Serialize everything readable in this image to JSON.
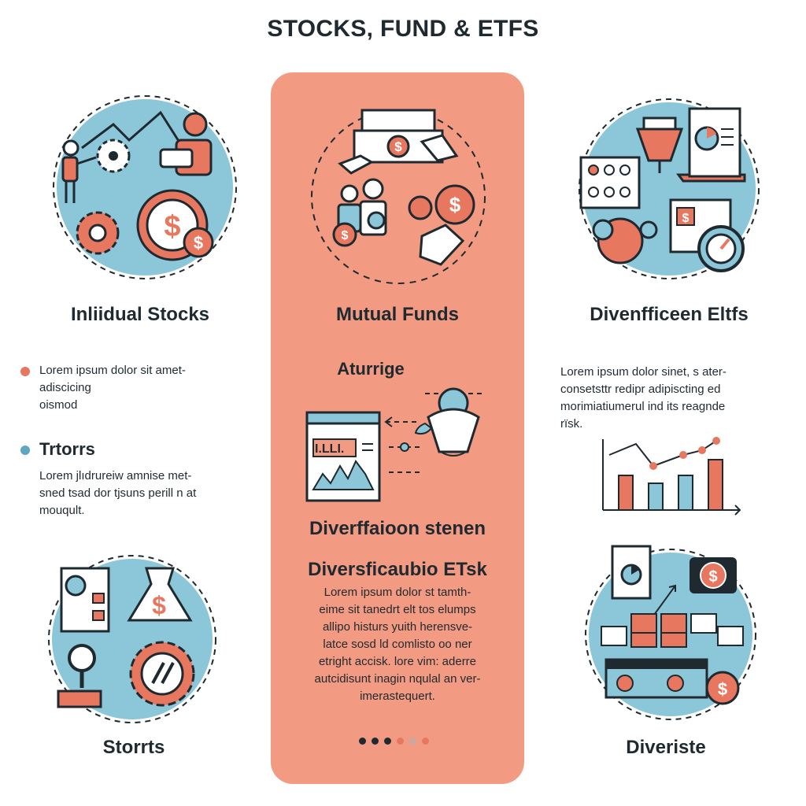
{
  "page": {
    "title": "STOCKS, FUND & ETFS"
  },
  "colors": {
    "accent_coral": "#e8775f",
    "panel_salmon": "#f29a82",
    "accent_blue": "#8cc6d9",
    "ink": "#1f2a30"
  },
  "left": {
    "heading": "Inliidual Stocks",
    "bullet1": {
      "line1": "Lorem ipsum dolor sit amet-",
      "line2": "adiscicing",
      "line3": "oismod"
    },
    "subheading": "Trtorrs",
    "para": {
      "line1": "Lorem jlıdrureiw amnise met-",
      "line2": "sned tsad dor tjsuns perill n at",
      "line3": "mouqult."
    },
    "bottom_heading": "Storrts"
  },
  "center": {
    "heading": "Mutual Funds",
    "subheading": "Aturrige",
    "chart_label": "I.LLI.",
    "heading2": "Diverffaioon stenen",
    "heading3": "Diversficaubio ETsk",
    "para": {
      "line1": "Lorem ipsum dolor st tamth-",
      "line2": "eime sit tanedrt elt tos elumps",
      "line3": "allipo histurs yuith herensve-",
      "line4": "latce sosd ld comlisto oo ner",
      "line5": "etright accisk. lore vim: aderre",
      "line6": "autcidisunt inagin nqulal an ver-",
      "line7": "imerastequert."
    },
    "pager_count": 6,
    "pager_active": 3
  },
  "right": {
    "heading": "Divenfficeen Eltfs",
    "para": {
      "line1": "Lorem ipsum dolor sinet, s ater-",
      "line2": "consetsttr redipr adipiscting ed",
      "line3": "morimiatiumerul ind its reagnde",
      "line4": "rïsk."
    },
    "bottom_heading": "Diveriste"
  },
  "icons": {
    "currency": "dollar-sign-icon"
  }
}
